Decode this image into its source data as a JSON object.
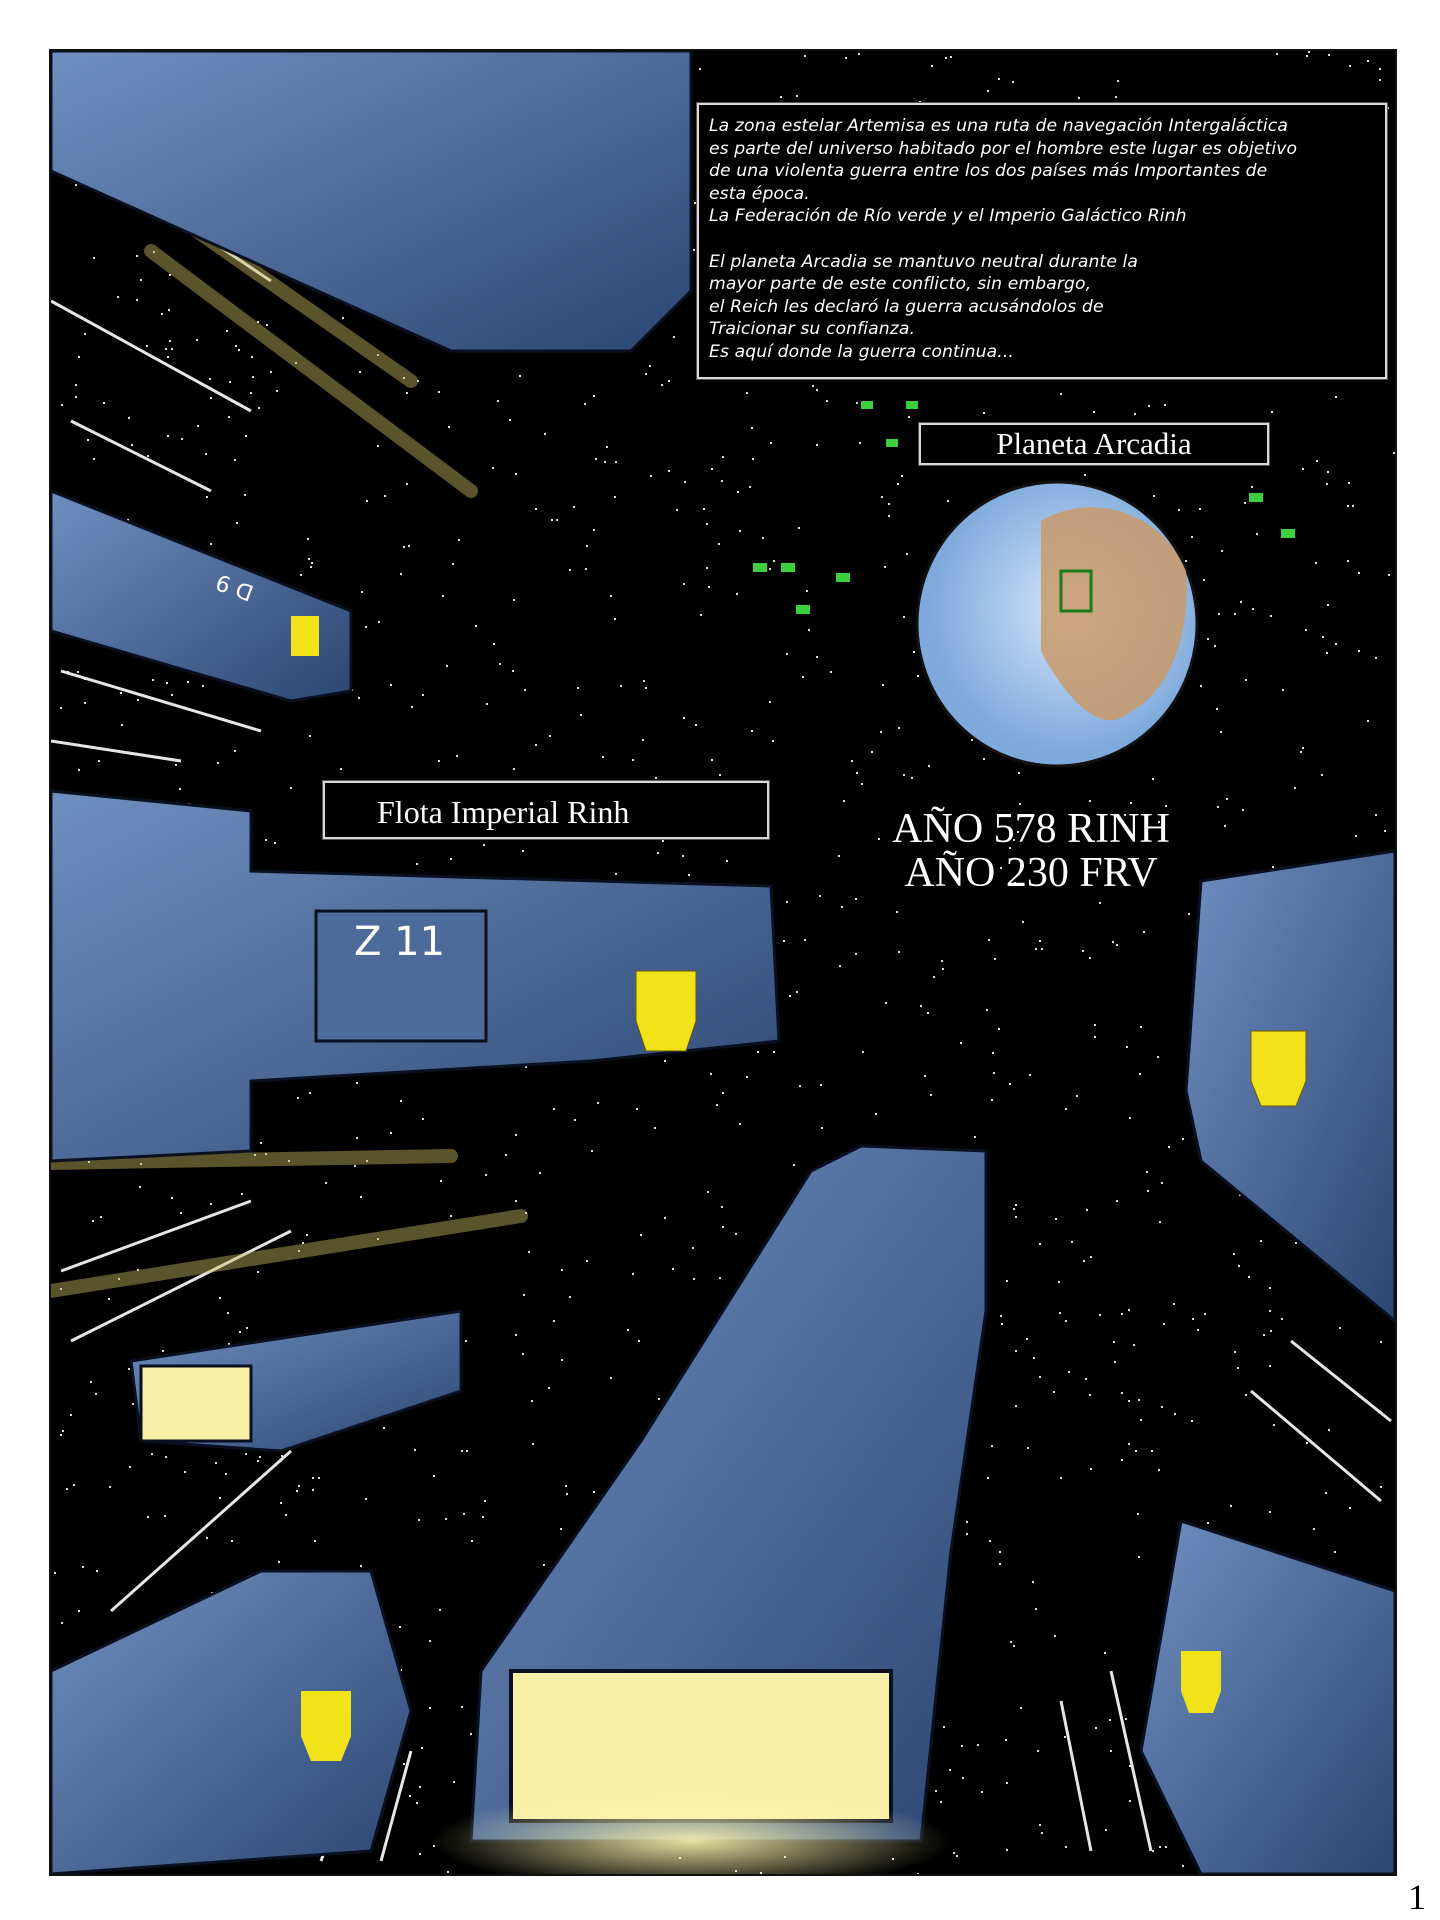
{
  "intro_caption": {
    "lines_1": [
      "La zona estelar Artemisa es una ruta de navegación Intergaláctica",
      "es parte del universo habitado por el hombre este lugar es objetivo",
      "de una  violenta guerra entre los dos países más  Importantes de",
      "esta época.",
      "La Federación de Río verde y el Imperio Galáctico Rinh"
    ],
    "lines_2": [
      "El planeta Arcadia se mantuvo neutral durante la",
      "mayor parte de este conflicto, sin embargo,",
      "el Reich les declaró la guerra acusándolos de",
      "Traicionar su confianza.",
      "Es aquí donde la guerra continua..."
    ]
  },
  "planet_label": "Planeta Arcadia",
  "fleet_label": "Flota Imperial Rinh",
  "years": {
    "rinh": "AÑO 578 RINH",
    "frv": "AÑO 230 FRV"
  },
  "ship_markings": {
    "z11": "Z 11",
    "d9": "D 9"
  },
  "page_number": "1",
  "colors": {
    "space": "#000000",
    "hull": "#3f5f8f",
    "hull_light": "#6f8fc0",
    "emblem": "#f2e21a",
    "glow": "#f7efa6",
    "planet_ocean": "#a9cdf2",
    "planet_land": "#c99a6a"
  }
}
